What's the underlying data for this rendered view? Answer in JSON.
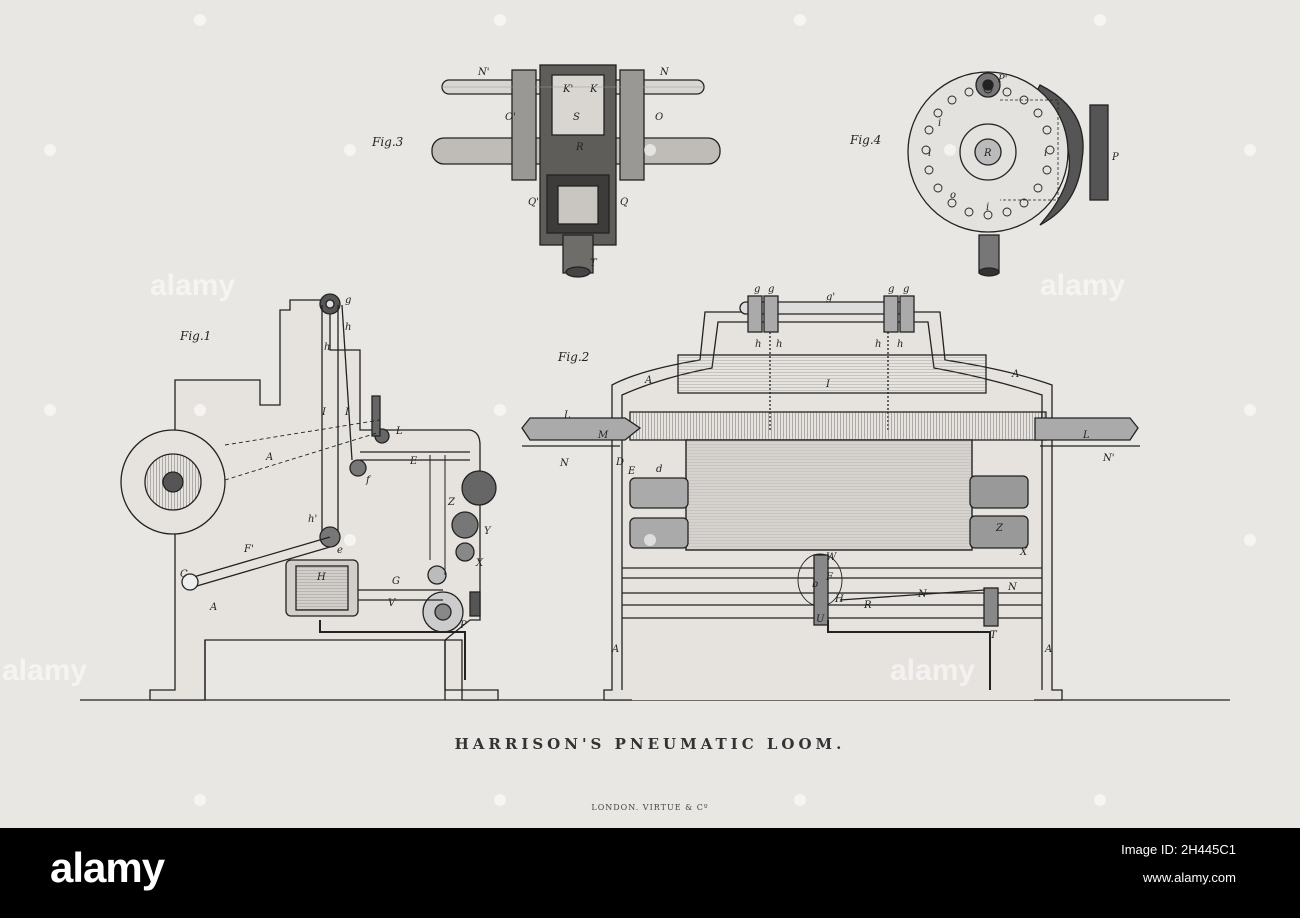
{
  "plate": {
    "title": "HARRISON'S PNEUMATIC LOOM.",
    "publisher": "LONDON. VIRTUE & Cº",
    "figures": {
      "fig1": "Fig.1",
      "fig2": "Fig.2",
      "fig3": "Fig.3",
      "fig4": "Fig.4"
    },
    "labels": {
      "fig3": [
        "N'",
        "N",
        "K'",
        "K",
        "S",
        "O'",
        "O",
        "R",
        "Q'",
        "Q",
        "T"
      ],
      "fig4": [
        "P'",
        "i",
        "i",
        "R",
        "i",
        "o",
        "i",
        "P"
      ],
      "fig1": [
        "g",
        "h",
        "h",
        "I",
        "I",
        "A",
        "L",
        "E",
        "f",
        "h'",
        "e",
        "F'",
        "C",
        "H",
        "G",
        "V",
        "A",
        "Z",
        "Y",
        "X",
        "P"
      ],
      "fig2": [
        "g",
        "g",
        "g'",
        "g",
        "g",
        "h",
        "h",
        "h",
        "h",
        "A",
        "A",
        "I",
        "L",
        "M",
        "L",
        "N",
        "N'",
        "D",
        "E",
        "d",
        "Z",
        "X",
        "W",
        "F",
        "b",
        "H",
        "N",
        "N",
        "R",
        "U",
        "T",
        "A",
        "A"
      ]
    }
  },
  "watermark": {
    "text": "alamy"
  },
  "footer": {
    "brand": "alamy",
    "image_id": "Image ID: 2H445C1",
    "url": "www.alamy.com"
  },
  "colors": {
    "paper": "#e9e7e4",
    "ink": "#222222",
    "footer_bg": "#000000"
  }
}
